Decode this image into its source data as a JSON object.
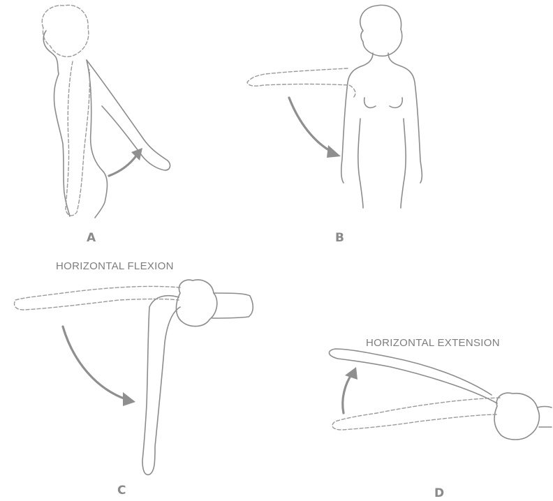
{
  "panels": [
    {
      "letter": "A",
      "caption": ""
    },
    {
      "letter": "B",
      "caption": ""
    },
    {
      "letter": "C",
      "caption": "HORIZONTAL FLEXION"
    },
    {
      "letter": "D",
      "caption": "HORIZONTAL EXTENSION"
    }
  ],
  "colors": {
    "line": "#8c8c8c",
    "arrow": "#8f8f8f",
    "text": "#7d7d7d"
  }
}
